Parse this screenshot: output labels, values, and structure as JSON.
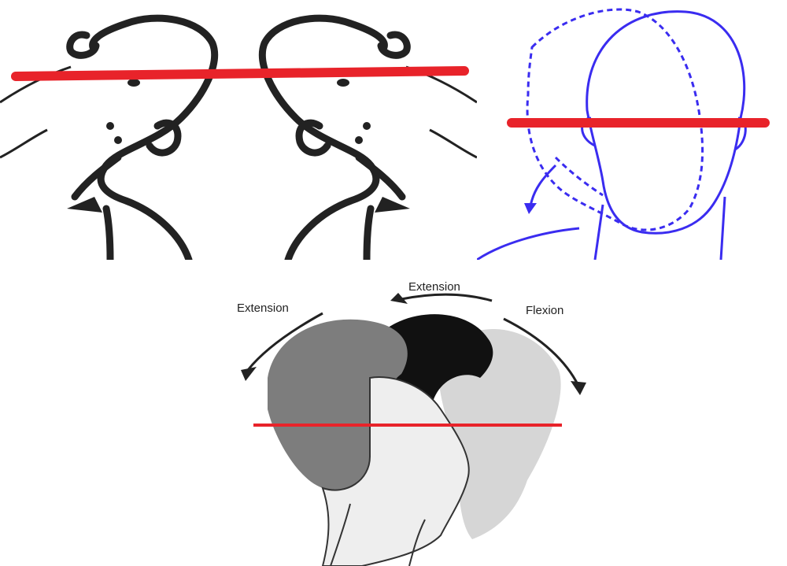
{
  "colors": {
    "reference_line": "#e8232a",
    "sketch_ink": "#222222",
    "blue_outline": "#3a2cf0",
    "head_gray": "#7d7d7d",
    "hair_black": "#111111"
  },
  "panels": {
    "top_left": {
      "description_icon": "infant-head-tilt-sketch"
    },
    "top_right": {
      "description_icon": "head-outline-tilt-sketch"
    },
    "bottom": {
      "labels": {
        "extension_left": "Extension",
        "extension_top": "Extension",
        "flexion": "Flexion"
      }
    }
  }
}
